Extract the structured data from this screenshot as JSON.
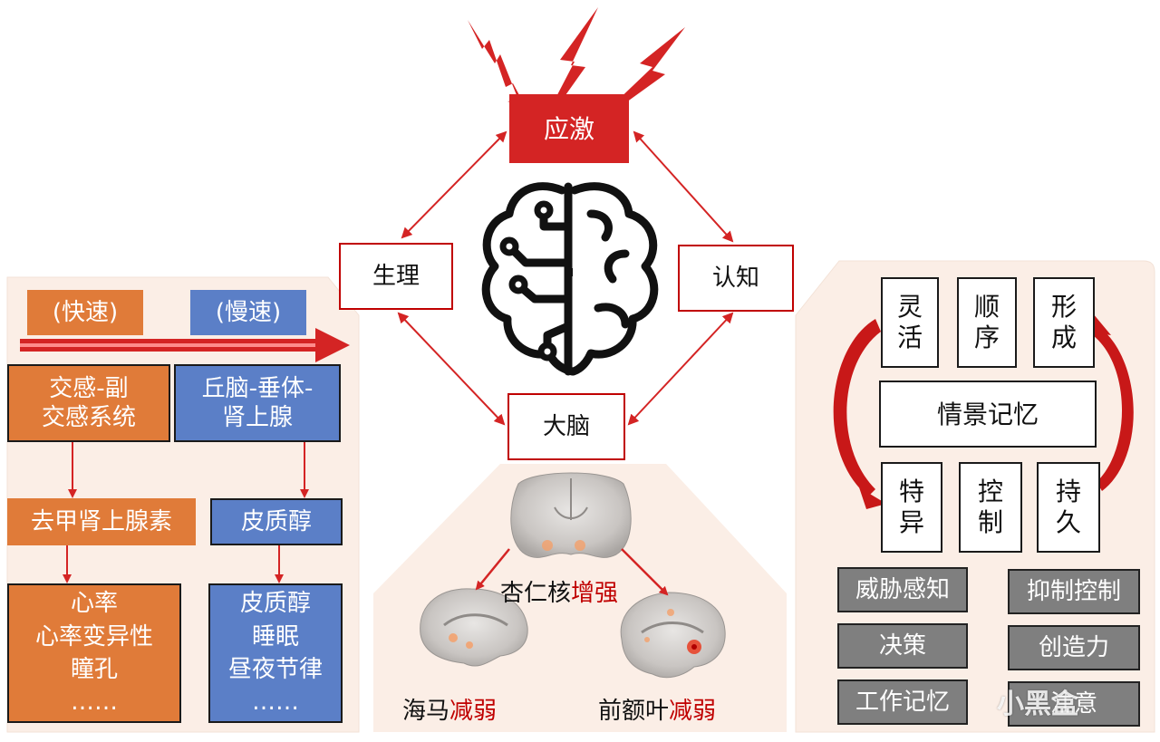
{
  "center": {
    "stress": "应激",
    "physiology": "生理",
    "cognition": "认知",
    "brain": "大脑"
  },
  "left": {
    "fast_tag": "(快速)",
    "slow_tag": "(慢速)",
    "sns_line1": "交感-副",
    "sns_line2": "交感系统",
    "hpa_line1": "丘脑-垂体-",
    "hpa_line2": "肾上腺",
    "adrenaline": "去甲肾上腺素",
    "cortisol": "皮质醇",
    "fast_out": [
      "心率",
      "心率变异性",
      "瞳孔",
      "……"
    ],
    "slow_out": [
      "皮质醇",
      "睡眠",
      "昼夜节律",
      "……"
    ]
  },
  "bottom": {
    "amygdala": "杏仁核",
    "amygdala_change": "增强",
    "hippocampus": "海马",
    "hippocampus_change": "减弱",
    "prefrontal": "前额叶",
    "prefrontal_change": "减弱"
  },
  "right": {
    "top_boxes": [
      [
        "灵",
        "活"
      ],
      [
        "顺",
        "序"
      ],
      [
        "形",
        "成"
      ]
    ],
    "episodic": "情景记忆",
    "bottom_boxes": [
      [
        "特",
        "异"
      ],
      [
        "控",
        "制"
      ],
      [
        "持",
        "久"
      ]
    ],
    "gray_left": [
      "威胁感知",
      "决策",
      "工作记忆"
    ],
    "gray_right": [
      "抑制控制",
      "创造力",
      "注意"
    ]
  },
  "watermark": "小黑盒",
  "colors": {
    "stress_red": "#d42424",
    "orange": "#e07b39",
    "blue": "#5b7fc7",
    "gray": "#7f7f7f",
    "panel": "#fbeee6"
  }
}
